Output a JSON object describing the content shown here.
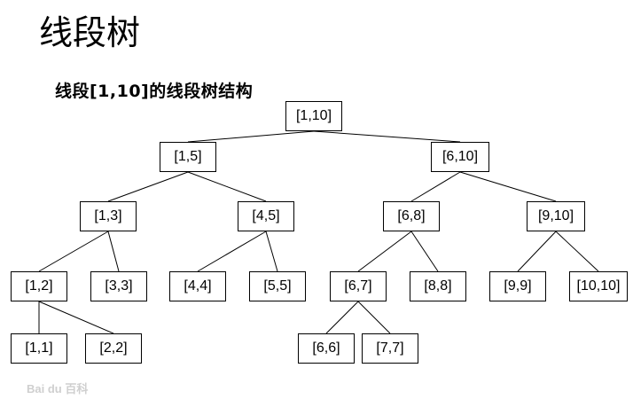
{
  "title": "线段树",
  "subtitle": "线段[1,10]的线段树结构",
  "watermark": "Bai du 百科",
  "tree": {
    "root": "[1,10]",
    "nodes": [
      {
        "id": "n1_10",
        "label": "[1,10]"
      },
      {
        "id": "n1_5",
        "label": "[1,5]"
      },
      {
        "id": "n6_10",
        "label": "[6,10]"
      },
      {
        "id": "n1_3",
        "label": "[1,3]"
      },
      {
        "id": "n4_5",
        "label": "[4,5]"
      },
      {
        "id": "n6_8",
        "label": "[6,8]"
      },
      {
        "id": "n9_10",
        "label": "[9,10]"
      },
      {
        "id": "n1_2",
        "label": "[1,2]"
      },
      {
        "id": "n3_3",
        "label": "[3,3]"
      },
      {
        "id": "n4_4",
        "label": "[4,4]"
      },
      {
        "id": "n5_5",
        "label": "[5,5]"
      },
      {
        "id": "n6_7",
        "label": "[6,7]"
      },
      {
        "id": "n8_8",
        "label": "[8,8]"
      },
      {
        "id": "n9_9",
        "label": "[9,9]"
      },
      {
        "id": "n10_10",
        "label": "[10,10]"
      },
      {
        "id": "n1_1",
        "label": "[1,1]"
      },
      {
        "id": "n2_2",
        "label": "[2,2]"
      },
      {
        "id": "n6_6",
        "label": "[6,6]"
      },
      {
        "id": "n7_7",
        "label": "[7,7]"
      }
    ],
    "edges": [
      [
        "n1_10",
        "n1_5"
      ],
      [
        "n1_10",
        "n6_10"
      ],
      [
        "n1_5",
        "n1_3"
      ],
      [
        "n1_5",
        "n4_5"
      ],
      [
        "n6_10",
        "n6_8"
      ],
      [
        "n6_10",
        "n9_10"
      ],
      [
        "n1_3",
        "n1_2"
      ],
      [
        "n1_3",
        "n3_3"
      ],
      [
        "n4_5",
        "n4_4"
      ],
      [
        "n4_5",
        "n5_5"
      ],
      [
        "n6_8",
        "n6_7"
      ],
      [
        "n6_8",
        "n8_8"
      ],
      [
        "n9_10",
        "n9_9"
      ],
      [
        "n9_10",
        "n10_10"
      ],
      [
        "n1_2",
        "n1_1"
      ],
      [
        "n1_2",
        "n2_2"
      ],
      [
        "n6_7",
        "n6_6"
      ],
      [
        "n6_7",
        "n7_7"
      ]
    ]
  }
}
